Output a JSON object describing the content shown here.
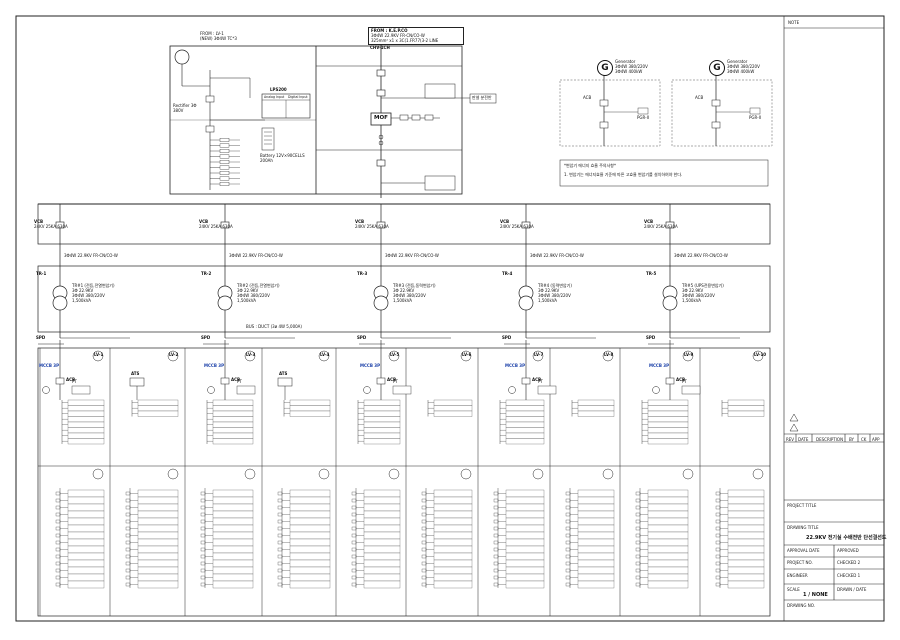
{
  "title_block": {
    "note_label": "NOTE",
    "rev_headers": [
      "REV",
      "DATE",
      "DESCRIPTION",
      "BY",
      "CK",
      "APP"
    ],
    "project_title_label": "PROJECT TITLE",
    "drawing_title_label": "DRAWING TITLE",
    "drawing_title": "22.9KV 전기실 수배전반 단선결선도",
    "approval_date_label": "APPROVAL DATE",
    "approved_label": "APPROVED",
    "project_no_label": "PROJECT NO.",
    "checked2_label": "CHECKED 2",
    "engineer_label": "ENGINEER",
    "checked1_label": "CHECKED 1",
    "scale_label": "SCALE",
    "scale_value": "1 / NONE",
    "drawn_label": "DRAWN / DATE",
    "drawing_no_label": "DRAWING NO."
  },
  "incoming": {
    "from_box": [
      "FROM : K.E.P.CO",
      "3Φ4W 22.9KV FR-CN/CO-W",
      "325mm² x1 x 3C(1.FR77(3-2 LINE"
    ],
    "from_left": [
      "FROM : LV-1",
      "(NEW) 3Φ4W TC*3"
    ],
    "chv_label": "CHV-1CH",
    "mof_label": "MOF",
    "panel_label": "판넬 분전반"
  },
  "ups": {
    "title": "LPS200",
    "headers": [
      "Analog Input",
      "Digital Input"
    ],
    "battery": "Battery 12V×90CELLS 200Ah",
    "rectifier": "Rectifier 3Φ 380V"
  },
  "generators": [
    {
      "symbol": "G",
      "lines": [
        "Generator",
        "3Φ4W 380/220V",
        "3Φ4W 400kW"
      ]
    },
    {
      "symbol": "G",
      "lines": [
        "Generator",
        "3Φ4W 380/220V",
        "3Φ4W 400kW"
      ]
    }
  ],
  "gen_labels": {
    "acb": "ACB",
    "pgr": "PGR-II"
  },
  "notice": {
    "title": "*변압기 에너지 효율 주의사항*",
    "body": "1. 변압기는 에너지효율 기준에 따른 고효율 변압기를 설치하여야 한다."
  },
  "vcb_label": "VCB",
  "vcb_rating": "24KV 25KA 630A",
  "cable_label": "3Φ4W 22.9KV FR-CN/CO-W",
  "transformers": [
    {
      "tag": "TR-1",
      "lines": [
        "TR#1 (전등,전열변압기)",
        "3Φ 22.9KV",
        "3Φ4W 380/220V",
        "1,500kVA"
      ]
    },
    {
      "tag": "TR-2",
      "lines": [
        "TR#2 (전등,전열변압기)",
        "3Φ 22.9KV",
        "3Φ4W 380/220V",
        "1,500kVA"
      ]
    },
    {
      "tag": "TR-3",
      "lines": [
        "TR#3 (전등,동력변압기)",
        "3Φ 22.9KV",
        "3Φ4W 380/220V",
        "1,500kVA"
      ]
    },
    {
      "tag": "TR-4",
      "lines": [
        "TR#4 (동력변압기)",
        "3Φ 22.9KV",
        "3Φ4W 380/220V",
        "1,500kVA"
      ]
    },
    {
      "tag": "TR-5",
      "lines": [
        "TR#5 (UPS전용변압기)",
        "3Φ 22.9KV",
        "3Φ4W 380/220V",
        "1,500kVA"
      ]
    }
  ],
  "bus_duct": "BUS : DUCT (3ø 4W 5,000A)",
  "spd_label": "SPD",
  "lv_tags": [
    "LV-1",
    "LV-2",
    "LV-3",
    "LV-4",
    "LV-5",
    "LV-6",
    "LV-7",
    "LV-8",
    "LV-9",
    "LV-10"
  ],
  "mccb_label": "MCCB 3P",
  "acb_label": "ACB",
  "ats_label": "ATS",
  "meter_label": "PT"
}
